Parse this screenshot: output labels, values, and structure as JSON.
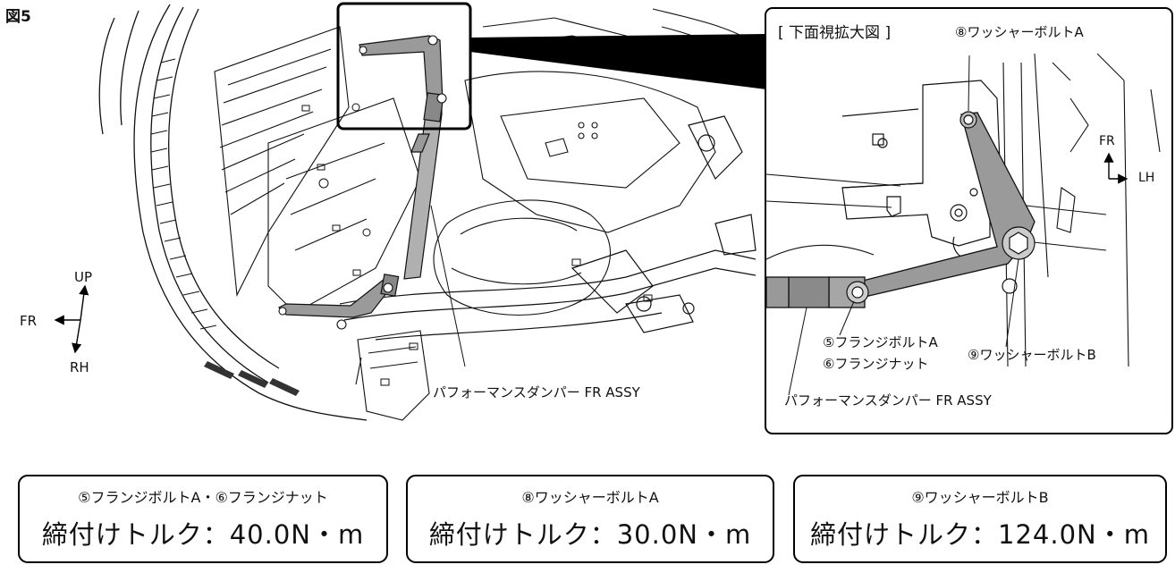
{
  "figure_label": "図5",
  "main_view": {
    "directions": {
      "up": "UP",
      "front": "FR",
      "right": "RH"
    },
    "callout_damper": "パフォーマンスダンパー FR ASSY"
  },
  "inset": {
    "title": "[ 下面視拡大図 ]",
    "directions": {
      "front": "FR",
      "left": "LH"
    },
    "callouts": {
      "washer_bolt_a": "⑧ワッシャーボルトA",
      "flange_bolt_a": "⑤フランジボルトA",
      "flange_nut": "⑥フランジナット",
      "washer_bolt_b": "⑨ワッシャーボルトB",
      "damper": "パフォーマンスダンパー FR ASSY"
    }
  },
  "torque_specs": [
    {
      "parts": "⑤フランジボルトA・⑥フランジナット",
      "torque": "締付けトルク：40.0N・m"
    },
    {
      "parts": "⑧ワッシャーボルトA",
      "torque": "締付けトルク：30.0N・m"
    },
    {
      "parts": "⑨ワッシャーボルトB",
      "torque": "締付けトルク：124.0N・m"
    }
  ]
}
